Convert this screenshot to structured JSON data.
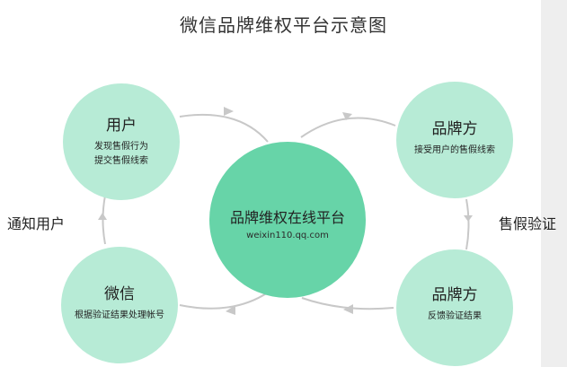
{
  "title": "微信品牌维权平台示意图",
  "center": {
    "title": "品牌维权在线平台",
    "url": "weixin110.qq.com"
  },
  "nodes": {
    "user": {
      "title": "用户",
      "lines": [
        "发现售假行为",
        "提交售假线索"
      ]
    },
    "brand_top": {
      "title": "品牌方",
      "lines": [
        "接受用户的售假线索"
      ]
    },
    "brand_bottom": {
      "title": "品牌方",
      "lines": [
        "反馈验证结果"
      ]
    },
    "wechat": {
      "title": "微信",
      "lines": [
        "根据验证结果处理帐号"
      ]
    }
  },
  "labels": {
    "left": "通知用户",
    "right": "售假验证"
  },
  "colors": {
    "small_circle": "#b7ebd6",
    "center_circle": "#67d4a8",
    "connector": "#c8c8c8"
  }
}
